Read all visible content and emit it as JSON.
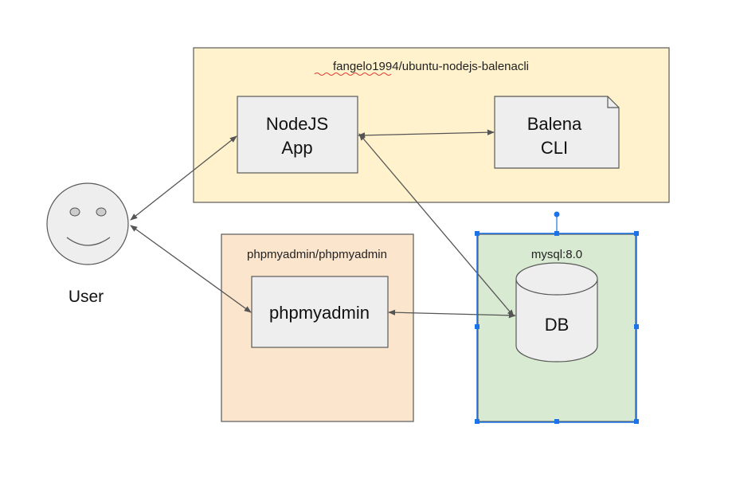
{
  "groups": {
    "balena_container": {
      "label": "fangelo1994/ubuntu-nodejs-balenacli"
    },
    "phpmyadmin_container": {
      "label": "phpmyadmin/phpmyadmin"
    },
    "mysql_container": {
      "label": "mysql:8.0"
    }
  },
  "nodes": {
    "nodejs_app": {
      "line1": "NodeJS",
      "line2": "App"
    },
    "balena_cli": {
      "line1": "Balena",
      "line2": "CLI"
    },
    "phpmyadmin": {
      "label": "phpmyadmin"
    },
    "db": {
      "label": "DB"
    },
    "user": {
      "label": "User"
    }
  },
  "colors": {
    "balena_container_fill": "#fff2cc",
    "phpmyadmin_container_fill": "#fce5cd",
    "mysql_container_fill": "#d9ead3",
    "node_fill": "#eeeeee",
    "border": "#595959",
    "connector": "#555555",
    "selection": "#1a73e8"
  }
}
